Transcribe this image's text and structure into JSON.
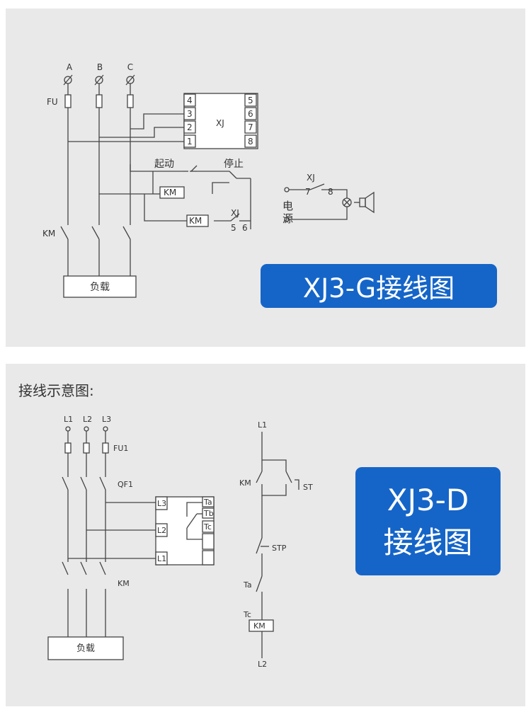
{
  "top": {
    "badge": "XJ3-G接线图",
    "phases": [
      "A",
      "B",
      "C"
    ],
    "fuse_label": "FU",
    "relay_label": "XJ",
    "left_terminals": [
      "4",
      "3",
      "2",
      "1"
    ],
    "right_terminals": [
      "5",
      "6",
      "7",
      "8"
    ],
    "start_label": "起动",
    "stop_label": "停止",
    "km_label": "KM",
    "xj_contact_label": "XJ",
    "xj_contact_numbers": [
      "5",
      "6"
    ],
    "power_label": "电源",
    "alarm_xj_label": "XJ",
    "alarm_numbers": [
      "7",
      "8"
    ],
    "main_km_label": "KM",
    "load_label": "负载"
  },
  "bottom": {
    "caption": "接线示意图:",
    "badge": "XJ3-D\n接线图",
    "phases": [
      "L1",
      "L2",
      "L3"
    ],
    "fuse_label": "FU1",
    "breaker_label": "QF1",
    "relay_left": [
      "L3",
      "L2",
      "L1"
    ],
    "relay_right": [
      "Ta",
      "Tb",
      "Tc"
    ],
    "main_km_label": "KM",
    "load_label": "负载",
    "ctrl_top": "L1",
    "ctrl_km": "KM",
    "ctrl_st": "ST",
    "ctrl_stp": "STP",
    "ctrl_ta": "Ta",
    "ctrl_tc": "Tc",
    "ctrl_coil": "KM",
    "ctrl_bottom": "L2"
  }
}
